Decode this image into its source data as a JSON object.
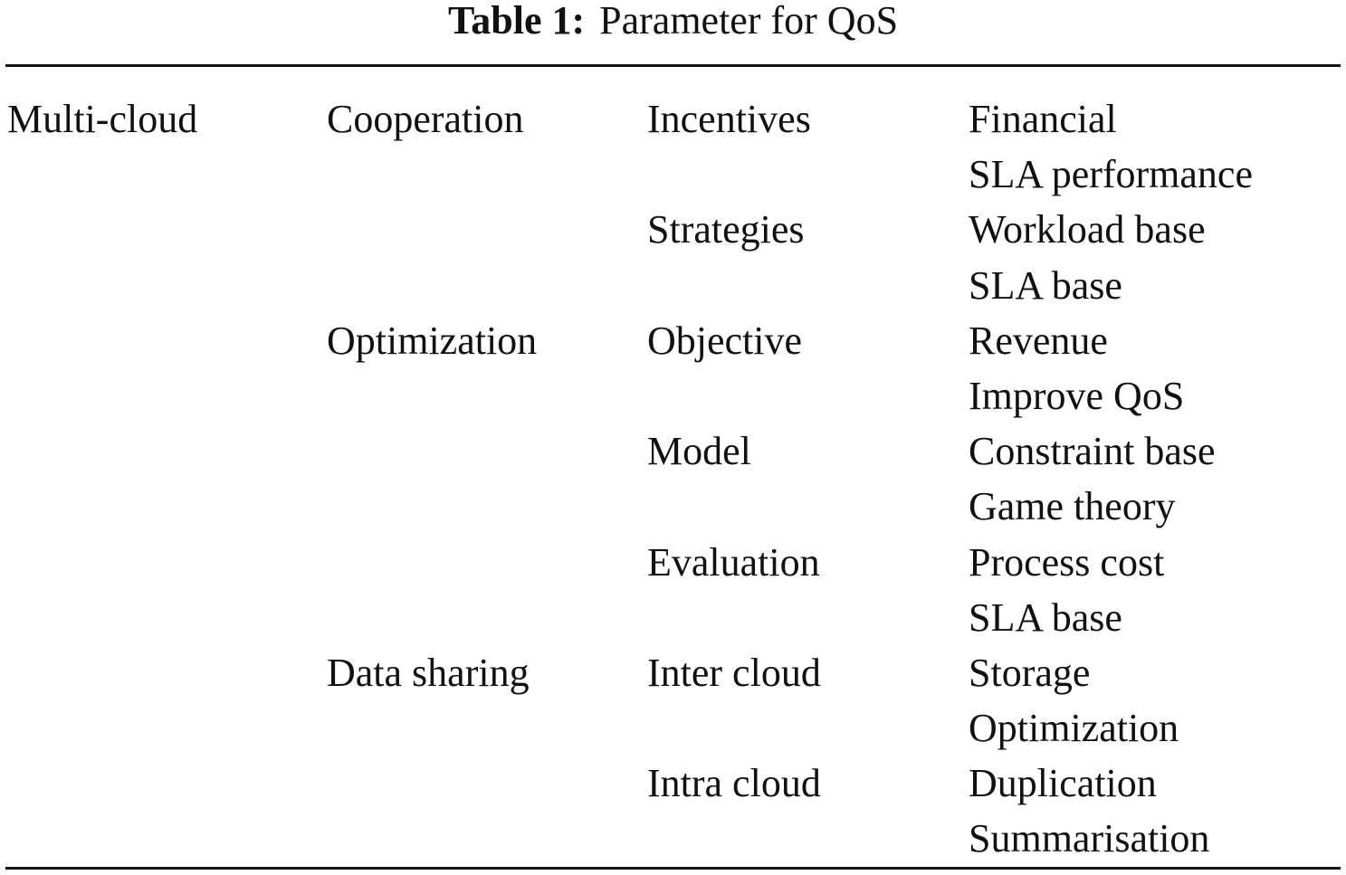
{
  "caption": {
    "label": "Table 1:",
    "title": "Parameter for QoS"
  },
  "table": {
    "rows": [
      [
        "Multi-cloud",
        "Cooperation",
        "Incentives",
        "Financial"
      ],
      [
        "",
        "",
        "",
        "SLA performance"
      ],
      [
        "",
        "",
        "Strategies",
        "Workload base"
      ],
      [
        "",
        "",
        "",
        "SLA base"
      ],
      [
        "",
        "Optimization",
        "Objective",
        "Revenue"
      ],
      [
        "",
        "",
        "",
        "Improve QoS"
      ],
      [
        "",
        "",
        "Model",
        "Constraint base"
      ],
      [
        "",
        "",
        "",
        "Game theory"
      ],
      [
        "",
        "",
        "Evaluation",
        "Process cost"
      ],
      [
        "",
        "",
        "",
        "SLA base"
      ],
      [
        "",
        "Data sharing",
        "Inter cloud",
        "Storage"
      ],
      [
        "",
        "",
        "",
        "Optimization"
      ],
      [
        "",
        "",
        "Intra cloud",
        "Duplication"
      ],
      [
        "",
        "",
        "",
        "Summarisation"
      ]
    ]
  }
}
